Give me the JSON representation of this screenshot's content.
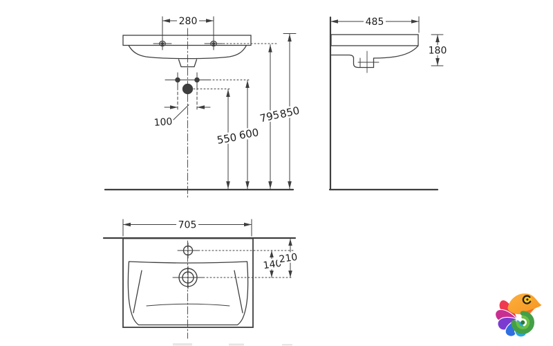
{
  "title": "washbasin-technical-drawing",
  "colors": {
    "background": "#ffffff",
    "line": "#3e3e3e",
    "dimension_line": "#4a4a4a",
    "text": "#1c1c1c"
  },
  "views": {
    "front": {
      "dims": {
        "faucet_spacing": "280",
        "fixing_holes_offset": "100",
        "drain_height": "550",
        "fixing_height": "600",
        "faucet_height": "795",
        "overall_height": "850"
      }
    },
    "side": {
      "dims": {
        "depth": "485",
        "rim_height": "180"
      }
    },
    "top": {
      "dims": {
        "width": "705",
        "faucet_to_drain": "140",
        "wall_to_drain": "210"
      }
    }
  },
  "logo": {
    "name": "chameleon-logo",
    "palette": [
      "#f7941d",
      "#ffc61e",
      "#ef3a4f",
      "#c92e91",
      "#7c3bd0",
      "#2f6fe0",
      "#29a7df",
      "#43a047",
      "#2e7d32"
    ]
  }
}
